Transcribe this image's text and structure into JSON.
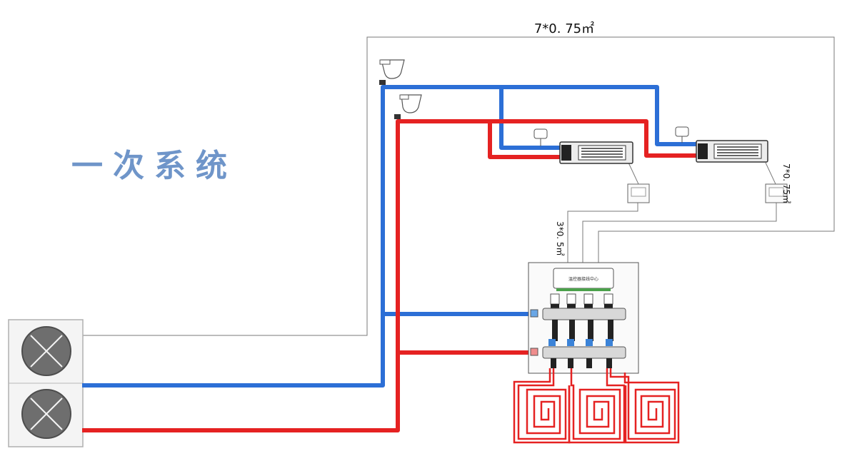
{
  "title": "一次系统",
  "labels": {
    "top_cable": "7*0. 75㎡",
    "right_cable": "7*0. 75㎡",
    "mid_cable": "3*0. 5㎡"
  },
  "controller": {
    "label": "温控器接线中心"
  },
  "colors": {
    "supply": "#e52222",
    "return": "#2c6fd6",
    "wire": "#7a7a7a",
    "title": "#6f95c9"
  }
}
